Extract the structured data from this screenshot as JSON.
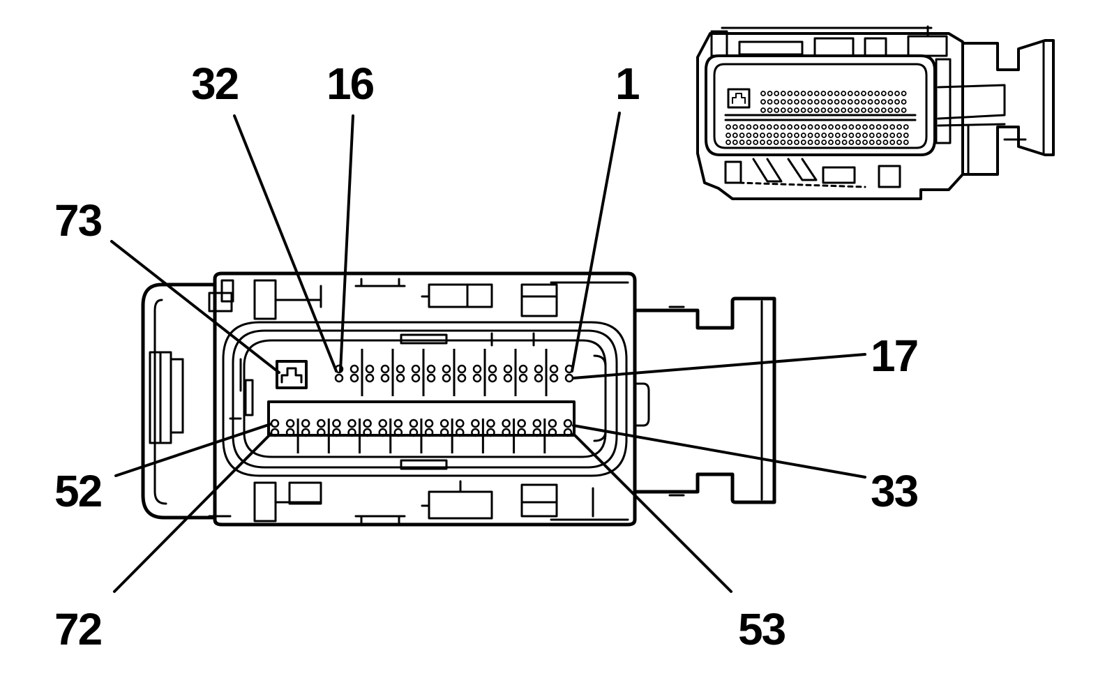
{
  "pin_labels": {
    "p32": "32",
    "p16": "16",
    "p1": "1",
    "p73": "73",
    "p17": "17",
    "p52": "52",
    "p33": "33",
    "p72": "72",
    "p53": "53"
  },
  "colors": {
    "ink": "#000000",
    "paper": "#ffffff"
  }
}
